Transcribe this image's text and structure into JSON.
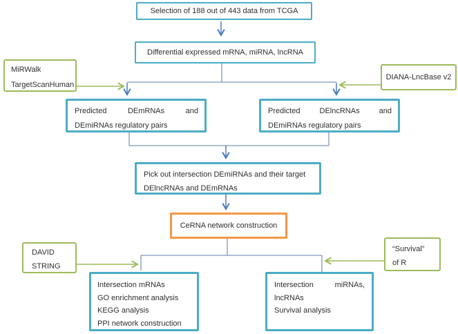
{
  "diagram_type": "flowchart",
  "colors": {
    "process_box_border": "#4bacc6",
    "input_box_border": "#9bbb59",
    "highlight_box_border": "#f79646",
    "flow_line": "#7d97bd",
    "flow_arrow": "#4a7ebb",
    "input_arrow": "#9bbb59",
    "text": "#2e2e2e",
    "background": "#ffffff"
  },
  "boxes": {
    "tcga": {
      "text": "Selection of 188 out of 443 data from TCGA"
    },
    "differential": {
      "text": "Differential expressed mRNA, miRNA, lncRNA"
    },
    "mirwalk": {
      "line1": "MiRWalk",
      "line2": "TargetScanHuman"
    },
    "diana": {
      "text": "DIANA-LncBase v2"
    },
    "predicted_mrna": {
      "word1": "Predicted",
      "word2": "DEmRNAs",
      "word3": "and",
      "line2": "DEmiRNAs regulatory pairs"
    },
    "predicted_lncrna": {
      "word1": "Predicted",
      "word2": "DElncRNAs",
      "word3": "and",
      "line2": "DEmiRNAs regulatory pairs"
    },
    "pick": {
      "line1": "Pick out intersection DEmiRNAs and their target",
      "line2": "DElncRNAs and DEmRNAs"
    },
    "cerna": {
      "text": "CeRNA network construction"
    },
    "david": {
      "line1": "DAVID",
      "line2": "STRING"
    },
    "survival": {
      "line1": "“Survival”",
      "line2": "of R"
    },
    "mrna_analysis": {
      "line1": "Intersection mRNAs",
      "line2": "GO enrichment analysis",
      "line3": "KEGG analysis",
      "line4": "PPI network construction"
    },
    "mirna_analysis": {
      "word1": "Intersection",
      "word2": "miRNAs,",
      "line2": "lncRNAs",
      "line3": "Survival analysis"
    }
  }
}
